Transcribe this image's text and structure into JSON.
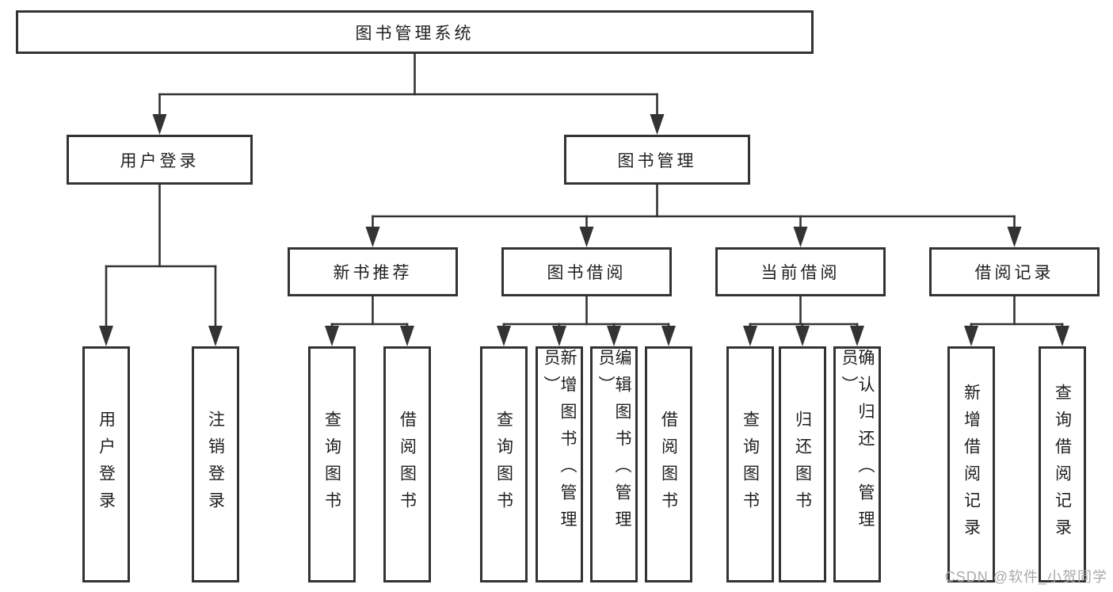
{
  "nodes": {
    "root": "图书管理系统",
    "user_login": "用户登录",
    "book_mgmt": "图书管理",
    "leaf_login": "用户登录",
    "leaf_logout": "注销登录",
    "new_book_rec": "新书推荐",
    "book_borrow": "图书借阅",
    "current_borrow": "当前借阅",
    "borrow_records": "借阅记录",
    "nb_query": "查询图书",
    "nb_borrow": "借阅图书",
    "bb_query": "查询图书",
    "bb_add": "新增图书（管理员）",
    "bb_edit": "编辑图书（管理员）",
    "bb_borrow": "借阅图书",
    "cb_query": "查询图书",
    "cb_return": "归还图书",
    "cb_confirm": "确认归还（管理员）",
    "br_add": "新增借阅记录",
    "br_query": "查询借阅记录"
  },
  "watermark": "CSDN @软件_小贺同学",
  "colors": {
    "line": "#333333",
    "text": "#1f1f1f",
    "watermark": "#a9a9a9",
    "background": "#ffffff"
  }
}
